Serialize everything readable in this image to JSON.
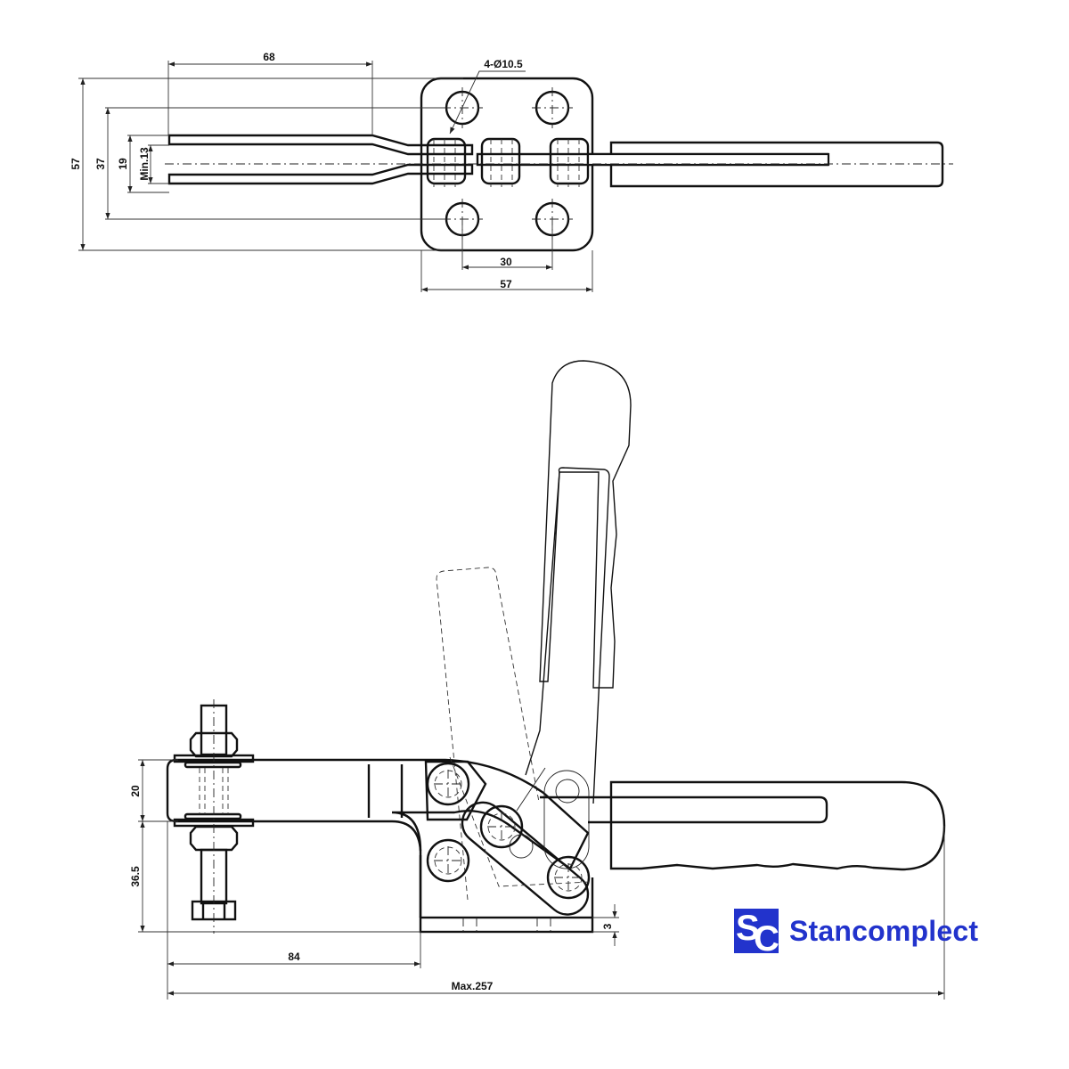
{
  "top_view": {
    "dim_length_arm": "68",
    "dim_hole_label": "4-Ø10.5",
    "dim_overall_height": "57",
    "dim_hole_pitch_vertical": "37",
    "dim_arm_width": "19",
    "dim_slot": "Min.13",
    "dim_hole_pitch_horizontal": "30",
    "dim_base_width": "57"
  },
  "side_view": {
    "dim_arm_height": "20",
    "dim_arm_to_base": "36.5",
    "dim_base_thickness": "3",
    "dim_reach": "84",
    "dim_overall_length": "Max.257"
  },
  "brand": {
    "mark_s": "S",
    "mark_c": "C",
    "name": "Stancomplect",
    "color": "#2233cc"
  },
  "colors": {
    "line": "#111111",
    "background": "#ffffff"
  }
}
